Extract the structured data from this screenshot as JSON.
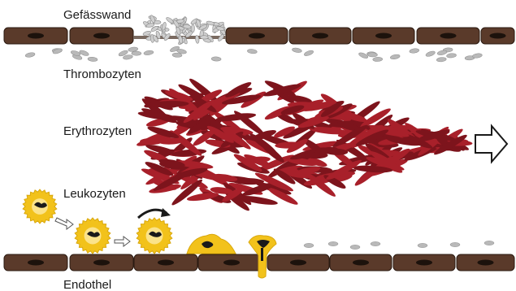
{
  "labels": {
    "vessel_wall": "Gefässwand",
    "thrombocytes": "Thrombozyten",
    "erythrocytes": "Erythrozyten",
    "leukocytes": "Leukozyten",
    "endothelium": "Endothel"
  },
  "icons": {
    "flow_arrow": "right-arrow-icon",
    "rolling_arrow": "curved-arrow-icon",
    "migration_arrows": "small-right-arrow-icon"
  },
  "colors": {
    "endothelial_cell": "#5a3a2a",
    "endothelial_nucleus": "#1c120c",
    "erythrocyte": "#a8202a",
    "erythrocyte_dark": "#7d141c",
    "thrombocyte": "#b9b9b9",
    "leukocyte": "#f2c21b",
    "leukocyte_outline": "#d9a80e"
  }
}
